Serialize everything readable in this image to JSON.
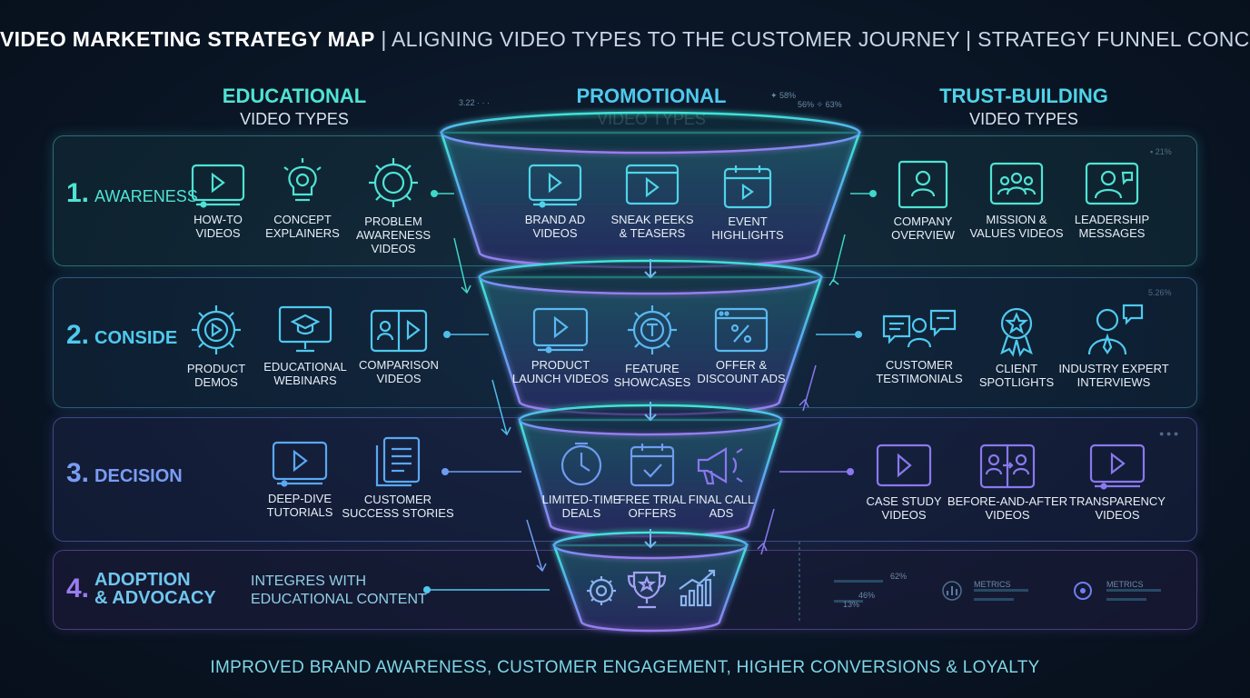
{
  "title": {
    "bold": "VIDEO MARKETING STRATEGY MAP",
    "rest": " | ALIGNING VIDEO TYPES TO THE CUSTOMER JOURNEY | STRATEGY FUNNEL CONCEPT"
  },
  "columns": {
    "educational": {
      "main": "EDUCATIONAL",
      "sub": "VIDEO TYPES"
    },
    "promotional": {
      "main": "PROMOTIONAL",
      "sub": "VIDEO TYPES"
    },
    "trust": {
      "main": "TRUST-BUILDING",
      "sub": "VIDEO TYPES"
    }
  },
  "stages": [
    {
      "num": "1.",
      "label": "AWARENESS"
    },
    {
      "num": "2.",
      "label": "CONSIDE"
    },
    {
      "num": "3.",
      "label": "DECISION"
    },
    {
      "num": "4.",
      "label": "ADOPTION\n& ADVOCACY"
    }
  ],
  "awareness": {
    "educational": [
      "HOW-TO\nVIDEOS",
      "CONCEPT\nEXPLAINERS",
      "PROBLEM\nAWARENESS\nVIDEOS"
    ],
    "promotional": [
      "BRAND AD\nVIDEOS",
      "SNEAK PEEKS\n& TEASERS",
      "EVENT\nHIGHLIGHTS"
    ],
    "trust": [
      "COMPANY\nOVERVIEW",
      "MISSION &\nVALUES VIDEOS",
      "LEADERSHIP\nMESSAGES"
    ]
  },
  "consideration": {
    "educational": [
      "PRODUCT\nDEMOS",
      "EDUCATIONAL\nWEBINARS",
      "COMPARISON\nVIDEOS"
    ],
    "promotional": [
      "PRODUCT\nLAUNCH VIDEOS",
      "FEATURE\nSHOWCASES",
      "OFFER &\nDISCOUNT ADS"
    ],
    "trust": [
      "CUSTOMER\nTESTIMONIALS",
      "CLIENT\nSPOTLIGHTS",
      "INDUSTRY EXPERT\nINTERVIEWS"
    ]
  },
  "decision": {
    "educational": [
      "DEEP-DIVE\nTUTORIALS",
      "CUSTOMER\nSUCCESS STORIES"
    ],
    "promotional": [
      "LIMITED-TIME\nDEALS",
      "FREE TRIAL\nOFFERS",
      "FINAL CALL\nADS"
    ],
    "trust": [
      "CASE STUDY\nVIDEOS",
      "BEFORE-AND-AFTER\nVIDEOS",
      "TRANSPARENCY\nVIDEOS"
    ]
  },
  "adoption_note": "INTEGRES WITH\nEDUCATIONAL CONTENT",
  "metrics": {
    "m1": "3.22",
    "m2": "58%",
    "m3": "56%",
    "m4": "63%",
    "m5": "21%",
    "m6": "5.26%",
    "m7": "62%",
    "m8": "46%",
    "m9": "13%",
    "metrics_label_1": "METRICS",
    "metrics_label_2": "METRICS"
  },
  "footer": "IMPROVED BRAND AWARENESS, CUSTOMER ENGAGEMENT, HIGHER CONVERSIONS & LOYALTY",
  "colors": {
    "teal": "#4fe3d4",
    "cyan": "#4fc9ee",
    "blue": "#5aa8f2",
    "violet": "#8a78ee",
    "purple": "#a67cf0"
  }
}
